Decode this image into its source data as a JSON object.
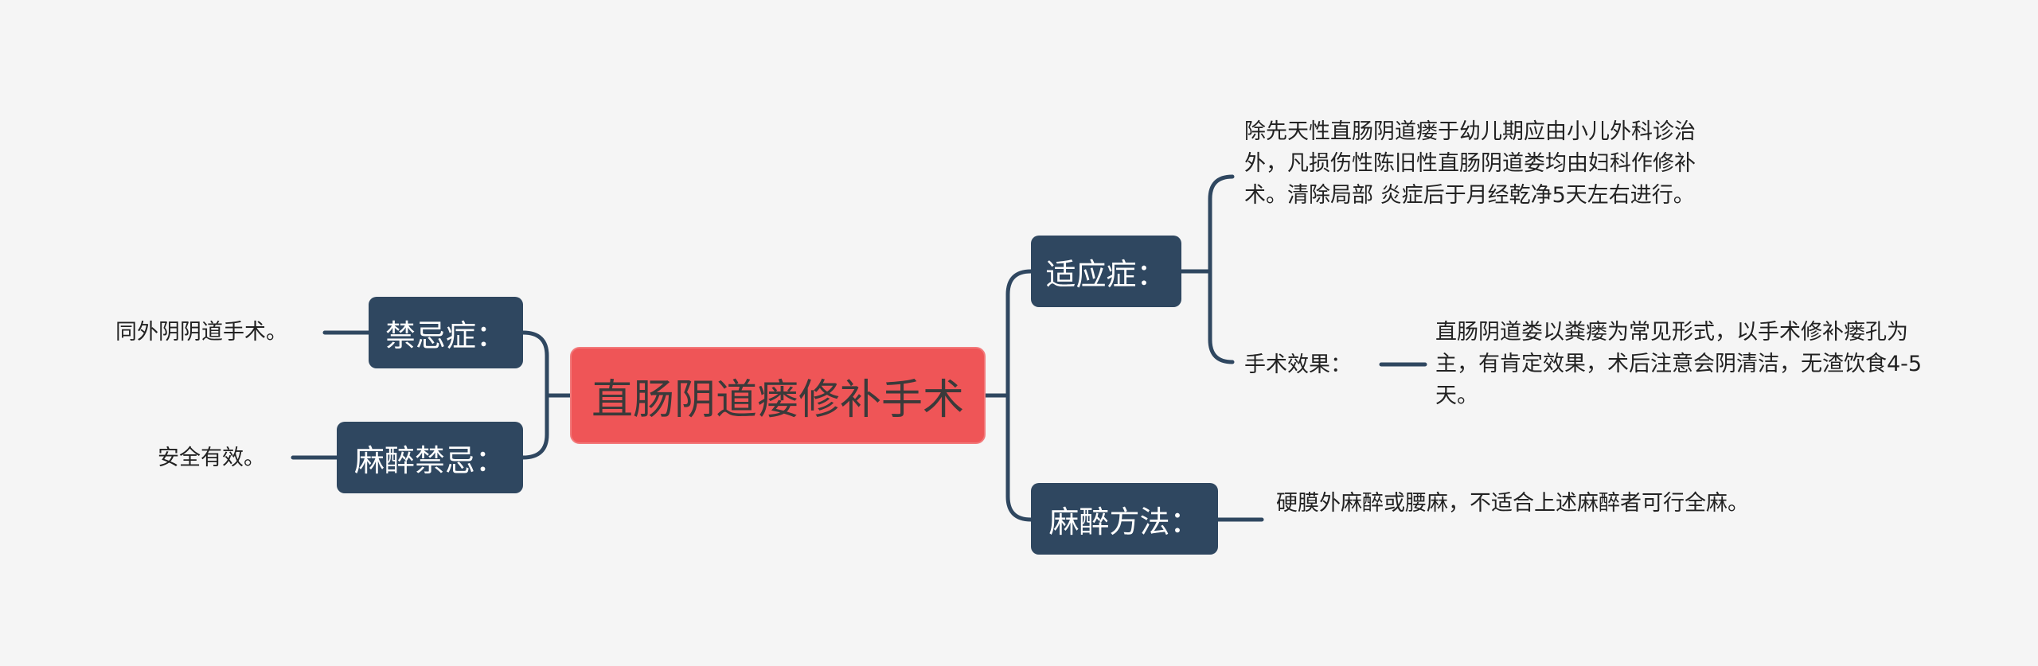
{
  "root": {
    "label": "直肠阴道瘘修补手术"
  },
  "right_branches": {
    "indications": {
      "label": "适应症：",
      "detail": "除先天性直肠阴道瘘于幼儿期应由小儿外科诊治外，凡损伤性陈旧性直肠阴道娄均由妇科作修补术。清除局部 炎症后于月经乾净5天左右进行。",
      "effect_label": "手术效果：",
      "effect_detail": "直肠阴道娄以粪瘘为常见形式，以手术修补瘘孔为主，有肯定效果，术后注意会阴清洁，无渣饮食4-5天。"
    },
    "anesthesia_method": {
      "label": "麻醉方法：",
      "detail": "硬膜外麻醉或腰麻，不适合上述麻醉者可行全麻。"
    }
  },
  "left_branches": {
    "contraindications": {
      "label": "禁忌症：",
      "detail": "同外阴阴道手术。"
    },
    "anesthesia_contraindications": {
      "label": "麻醉禁忌：",
      "detail": "安全有效。"
    }
  },
  "colors": {
    "root_fill": "#ef5557",
    "topic_fill": "#2f4760",
    "connector": "#2f4760",
    "background": "#f5f5f5"
  }
}
